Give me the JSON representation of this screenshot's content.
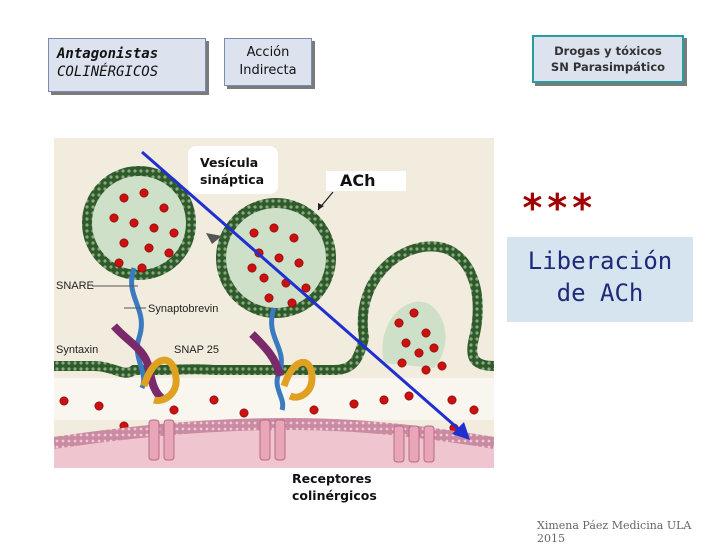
{
  "boxes": {
    "antagonistas_line1": "Antagonistas",
    "antagonistas_line2": "COLINÉRGICOS",
    "accion_line1": "Acción",
    "accion_line2": "Indirecta",
    "drogas_line1": "Drogas y tóxicos",
    "drogas_line2": "SN Parasimpático"
  },
  "diagram": {
    "vesicula_line1": "Vesícula",
    "vesicula_line2": "sináptica",
    "ach_label": "ACh",
    "labels": [
      "SNARE",
      "Synaptobrevin",
      "Syntaxin",
      "SNAP 25"
    ],
    "receptores_line1": "Receptores",
    "receptores_line2": "colinérgicos"
  },
  "emphasis": {
    "stars": "***",
    "liberacion_line1": "Liberación",
    "liberacion_line2": "de ACh"
  },
  "footer": {
    "credit": "Ximena Páez Medicina ULA 2015"
  },
  "colors": {
    "arrow": "#1f2fd0",
    "membrane": "#2f5a2c",
    "vesicle_fill": "#cfe0c8",
    "ach_dot": "#cc1111",
    "receptor": "#e8a6b8",
    "stars": "#a00000",
    "callout_bg": "#d6e4f0"
  }
}
